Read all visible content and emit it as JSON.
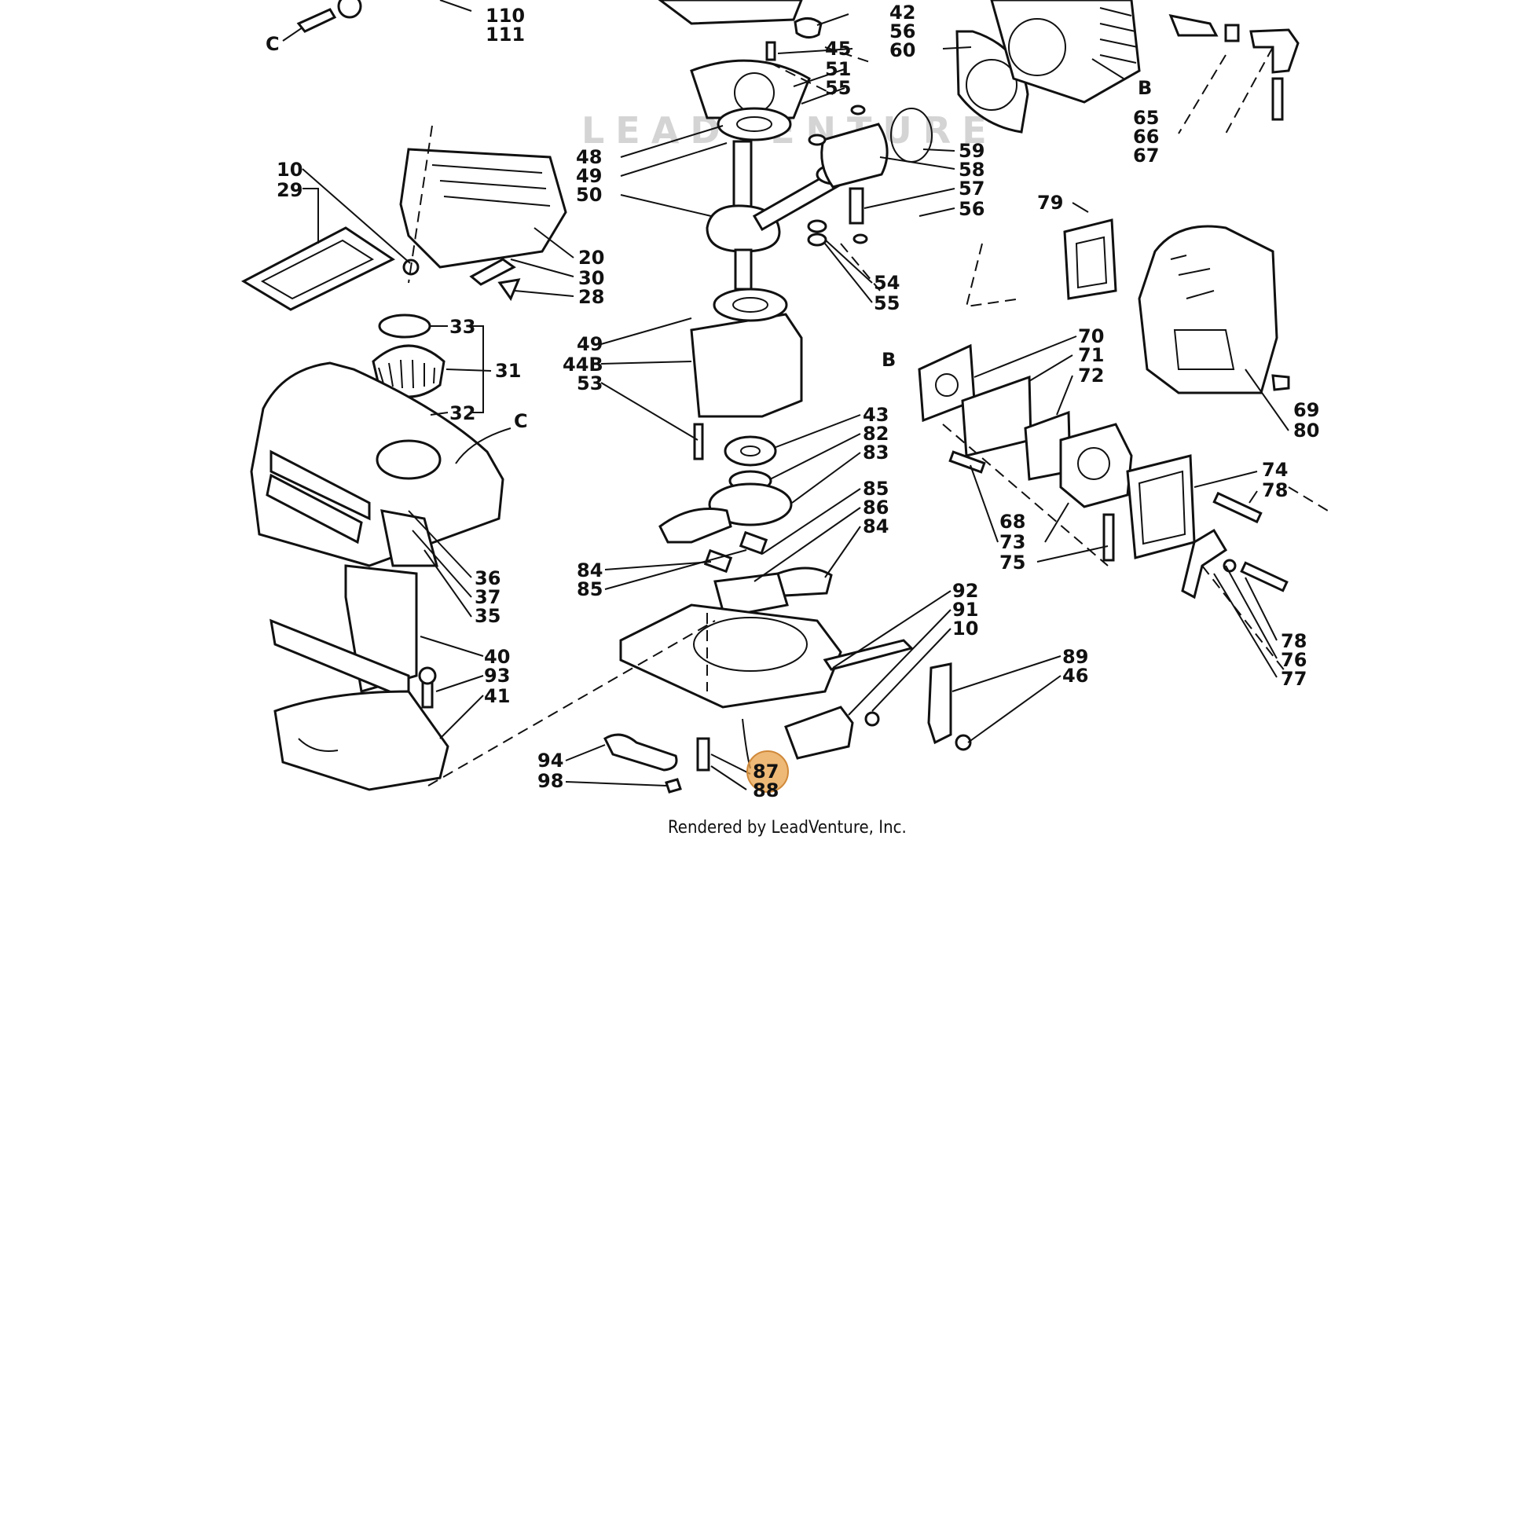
{
  "watermark": "LEADVENTURE",
  "caption": "Rendered by LeadVenture, Inc.",
  "highlight": {
    "label": "87",
    "color": "#e8a24a"
  },
  "labels": [
    "110",
    "111",
    "C",
    "42",
    "56",
    "60",
    "45",
    "51",
    "55",
    "48",
    "49",
    "50",
    "59",
    "58",
    "57",
    "56",
    "B",
    "65",
    "66",
    "67",
    "10",
    "29",
    "20",
    "30",
    "28",
    "79",
    "54",
    "55",
    "33",
    "31",
    "32",
    "C",
    "49",
    "44B",
    "53",
    "B",
    "70",
    "71",
    "72",
    "69",
    "80",
    "43",
    "82",
    "83",
    "85",
    "86",
    "84",
    "68",
    "73",
    "75",
    "74",
    "78",
    "36",
    "37",
    "35",
    "84",
    "85",
    "92",
    "91",
    "10",
    "89",
    "46",
    "78",
    "76",
    "77",
    "40",
    "93",
    "41",
    "94",
    "98",
    "87",
    "88"
  ]
}
